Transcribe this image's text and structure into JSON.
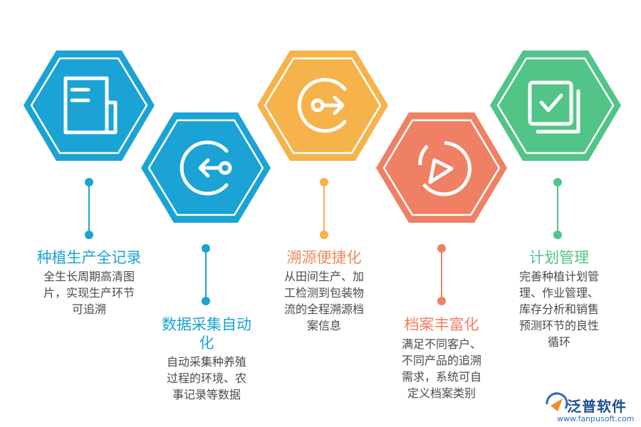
{
  "colors": {
    "blue": "#1aa3d4",
    "orange": "#f6b24b",
    "red": "#ef8064",
    "green": "#52c488",
    "desc_text": "#4a4a4a"
  },
  "items": [
    {
      "title": "种植生产全记录",
      "desc_lines": [
        "全生长周期高清图",
        "片，实现生产环节",
        "可追溯"
      ],
      "icon": "document-icon",
      "color": "#1aa3d4"
    },
    {
      "title_lines": [
        "数据采集自动",
        "化"
      ],
      "desc_lines": [
        "自动采集种养殖",
        "过程的环境、农",
        "事记录等数据"
      ],
      "icon": "arrow-in-circle-icon",
      "color": "#1aa3d4"
    },
    {
      "title": "溯源便捷化",
      "desc_lines": [
        "从田间生产、加",
        "工检测到包装物",
        "流的全程溯源档",
        "案信息"
      ],
      "icon": "arrow-out-circle-icon",
      "color": "#f6b24b"
    },
    {
      "title": "档案丰富化",
      "desc_lines": [
        "满足不同客户、",
        "不同产品的追溯",
        "需求，系统可自",
        "定义档案类别"
      ],
      "icon": "pie-chart-icon",
      "color": "#ef8064"
    },
    {
      "title": "计划管理",
      "desc_lines": [
        "完善种植计划管",
        "理、作业管理、",
        "库存分析和销售",
        "预测环节的良性",
        "循环"
      ],
      "icon": "checkbox-icon",
      "color": "#52c488"
    }
  ],
  "logo": {
    "name": "泛普软件",
    "url": "www.fanpusoft.com"
  }
}
